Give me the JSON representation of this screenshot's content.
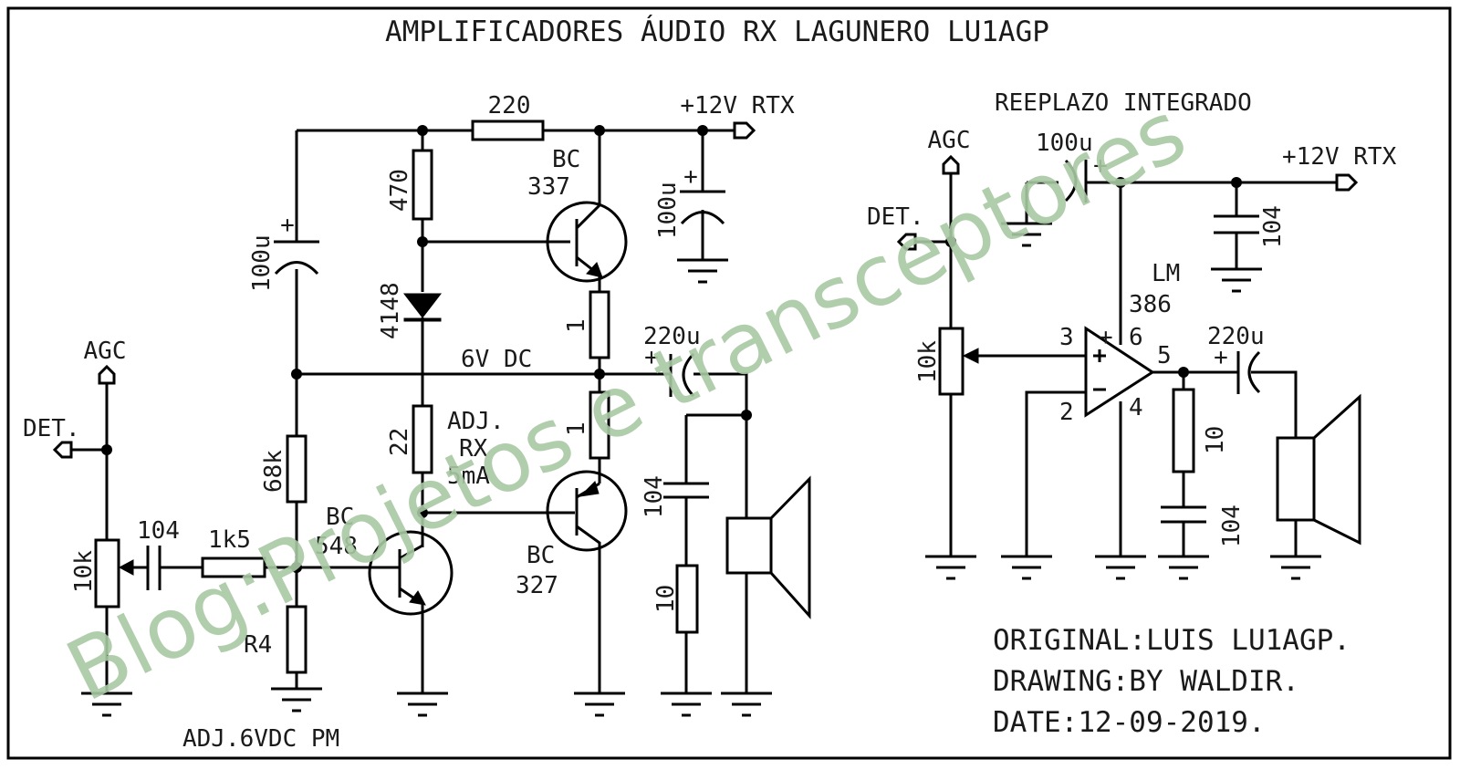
{
  "title": "AMPLIFICADORES ÁUDIO RX LAGUNERO LU1AGP",
  "watermark": "Blog:Projetos e transceptores",
  "colors": {
    "line": "#000000",
    "watermark": "#a9c9a4"
  },
  "discrete": {
    "r_top": "220",
    "supply": "+12V RTX",
    "cap_left": "100u",
    "cap_plus": "+",
    "r_470": "470",
    "q1_l1": "BC",
    "q1_l2": "337",
    "cap_supply": "100u",
    "diode": "4148",
    "r_e1": "1",
    "rail": "6V DC",
    "cap_out": "220u",
    "r_22": "22",
    "adj_1": "ADJ.",
    "adj_2": "RX",
    "adj_3": "5mA",
    "r_e2": "1",
    "r_68k": "68k",
    "q2_l1": "BC",
    "q2_l2": "548",
    "cap_zobel": "104",
    "q3_l1": "BC",
    "q3_l2": "327",
    "cap_in": "104",
    "r_1k5": "1k5",
    "pot": "10k",
    "r4": "R4",
    "r_zobel": "10",
    "agc": "AGC",
    "det": "DET.",
    "adj_note": "ADJ.6VDC PM"
  },
  "integrated": {
    "heading": "REEPLAZO INTEGRADO",
    "agc": "AGC",
    "det": "DET.",
    "cap_supply": "100u",
    "supply": "+12V RTX",
    "cap_bypass": "104",
    "ic_l1": "LM",
    "ic_l2": "386",
    "pin3": "3",
    "pin_plus": "+",
    "pin6": "6",
    "pin5": "5",
    "pin2": "2",
    "pin4": "4",
    "cap_out": "220u",
    "r_zobel": "10",
    "cap_zobel": "104",
    "pot": "10k"
  },
  "credits": {
    "original": "ORIGINAL:LUIS LU1AGP.",
    "drawing": "DRAWING:BY WALDIR.",
    "date": "DATE:12-09-2019."
  }
}
